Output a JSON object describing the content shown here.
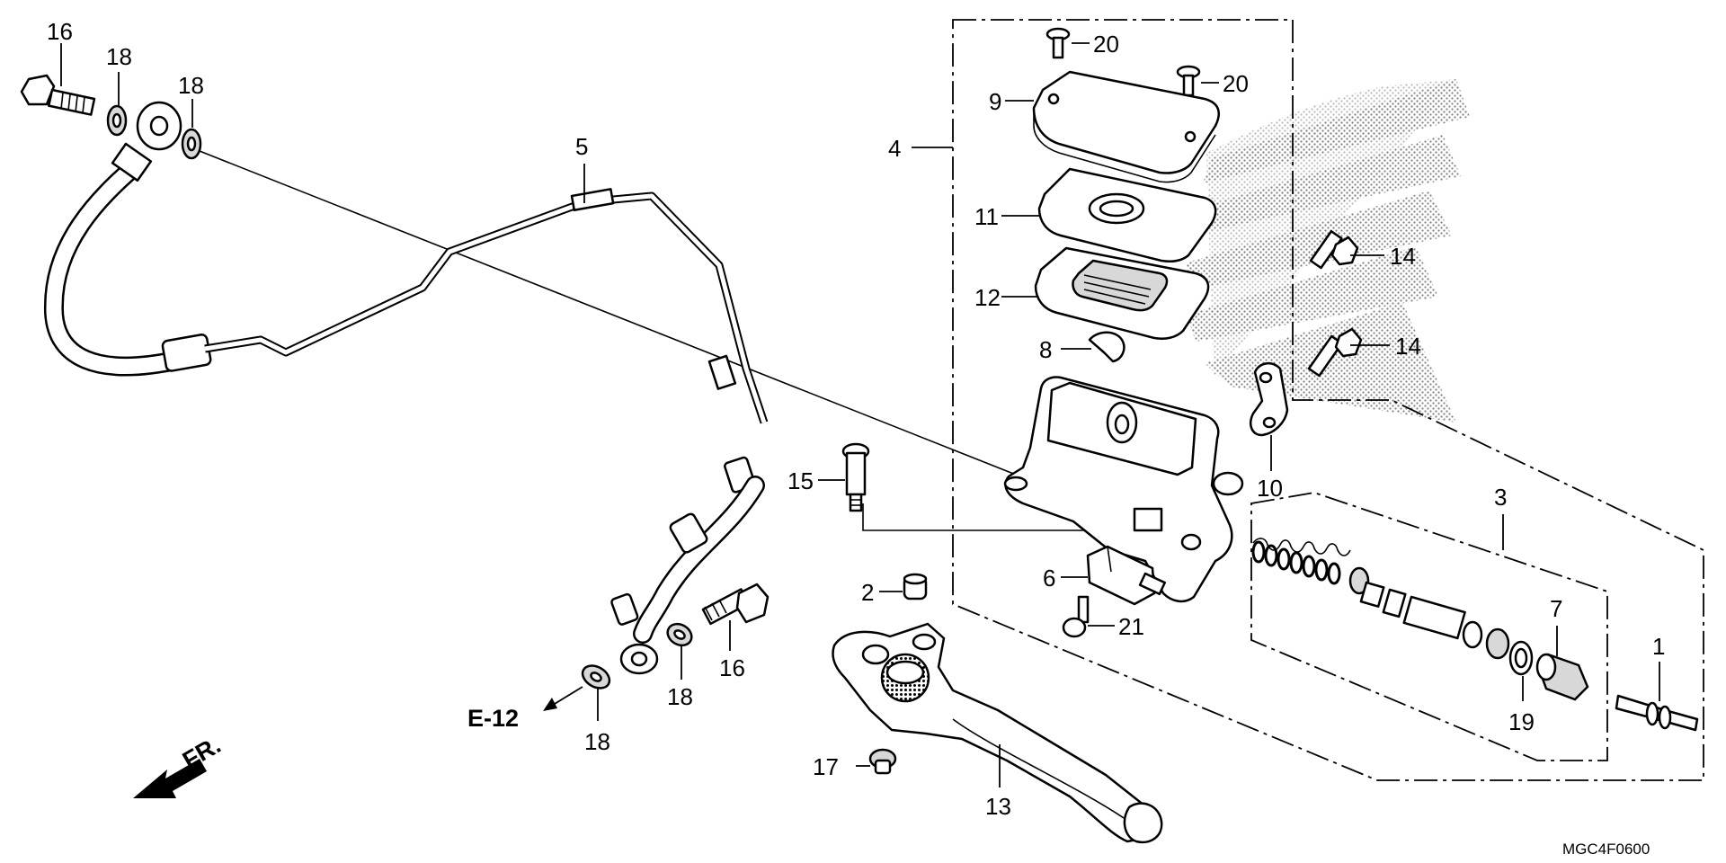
{
  "callouts": {
    "p1": "1",
    "p2": "2",
    "p3": "3",
    "p4": "4",
    "p5": "5",
    "p6": "6",
    "p7": "7",
    "p8": "8",
    "p9": "9",
    "p10": "10",
    "p11": "11",
    "p12": "12",
    "p13": "13",
    "p14a": "14",
    "p14b": "14",
    "p15": "15",
    "p16a": "16",
    "p16b": "16",
    "p17": "17",
    "p18a": "18",
    "p18b": "18",
    "p18c": "18",
    "p18d": "18",
    "p19": "19",
    "p20a": "20",
    "p20b": "20",
    "p21": "21"
  },
  "reference": {
    "label": "E-12"
  },
  "direction": {
    "label": "FR."
  },
  "diagram_code": "MGC4F0600"
}
